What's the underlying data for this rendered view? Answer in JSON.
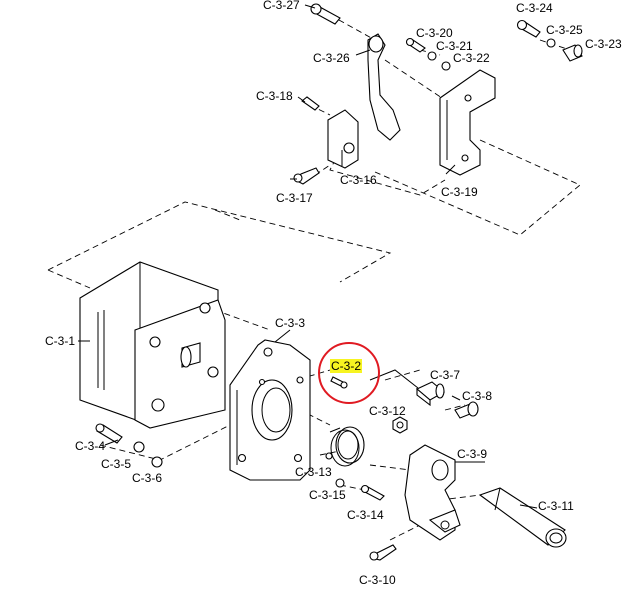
{
  "diagram": {
    "accent_color": "#e01a22",
    "highlight_color": "#f7f421",
    "highlighted_part": "C-3-2",
    "parts": [
      {
        "id": "p27",
        "label": "C-3-27"
      },
      {
        "id": "p24",
        "label": "C-3-24"
      },
      {
        "id": "p20",
        "label": "C-3-20"
      },
      {
        "id": "p25",
        "label": "C-3-25"
      },
      {
        "id": "p21",
        "label": "C-3-21"
      },
      {
        "id": "p23",
        "label": "C-3-23"
      },
      {
        "id": "p26",
        "label": "C-3-26"
      },
      {
        "id": "p22",
        "label": "C-3-22"
      },
      {
        "id": "p18",
        "label": "C-3-18"
      },
      {
        "id": "p16",
        "label": "C-3-16"
      },
      {
        "id": "p19",
        "label": "C-3-19"
      },
      {
        "id": "p17",
        "label": "C-3-17"
      },
      {
        "id": "p3",
        "label": "C-3-3"
      },
      {
        "id": "p1",
        "label": "C-3-1"
      },
      {
        "id": "p2",
        "label": "C-3-2"
      },
      {
        "id": "p7",
        "label": "C-3-7"
      },
      {
        "id": "p8",
        "label": "C-3-8"
      },
      {
        "id": "p12",
        "label": "C-3-12"
      },
      {
        "id": "p9",
        "label": "C-3-9"
      },
      {
        "id": "p4",
        "label": "C-3-4"
      },
      {
        "id": "p5",
        "label": "C-3-5"
      },
      {
        "id": "p6",
        "label": "C-3-6"
      },
      {
        "id": "p13",
        "label": "C-3-13"
      },
      {
        "id": "p15",
        "label": "C-3-15"
      },
      {
        "id": "p14",
        "label": "C-3-14"
      },
      {
        "id": "p11",
        "label": "C-3-11"
      },
      {
        "id": "p10",
        "label": "C-3-10"
      }
    ]
  }
}
